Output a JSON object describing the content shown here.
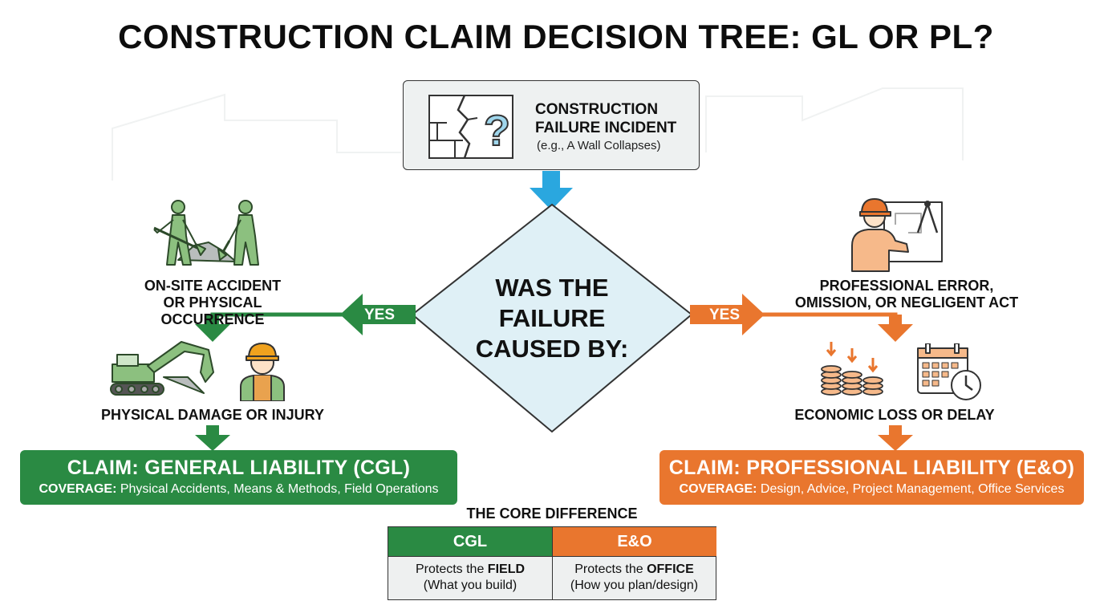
{
  "title": "CONSTRUCTION CLAIM DECISION TREE: GL OR PL?",
  "incident": {
    "line1": "CONSTRUCTION",
    "line2": "FAILURE INCIDENT",
    "example": "(e.g., A Wall Collapses)",
    "icon": "cracked-wall-question-icon"
  },
  "decision": {
    "line1": "WAS THE",
    "line2": "FAILURE",
    "line3": "CAUSED BY:"
  },
  "left": {
    "yes": "YES",
    "cause_line1": "ON-SITE ACCIDENT",
    "cause_line2": "OR PHYSICAL OCCURRENCE",
    "result": "PHYSICAL DAMAGE OR INJURY",
    "claim_title": "CLAIM: GENERAL LIABILITY (CGL)",
    "coverage_label": "COVERAGE:",
    "coverage_text": " Physical Accidents, Means & Methods, Field Operations",
    "color": "#2a8a43"
  },
  "right": {
    "yes": "YES",
    "cause_line1": "PROFESSIONAL ERROR,",
    "cause_line2": "OMISSION, OR NEGLIGENT ACT",
    "result": "ECONOMIC LOSS OR DELAY",
    "claim_title": "CLAIM: PROFESSIONAL LIABILITY (E&O)",
    "coverage_label": "COVERAGE:",
    "coverage_text": " Design, Advice, Project Management, Office Services",
    "color": "#e9762e"
  },
  "core": {
    "title": "THE CORE DIFFERENCE",
    "cgl_head": "CGL",
    "eo_head": "E&O",
    "cgl_pre": "Protects the ",
    "cgl_bold": "FIELD",
    "cgl_sub": "(What you build)",
    "eo_pre": "Protects the ",
    "eo_bold": "OFFICE",
    "eo_sub": "(How you plan/design)"
  },
  "colors": {
    "green": "#2a8a43",
    "light_green": "#8cc07f",
    "orange": "#e9762e",
    "blue_arrow": "#2aa7df",
    "diamond_fill": "#dff0f6"
  }
}
